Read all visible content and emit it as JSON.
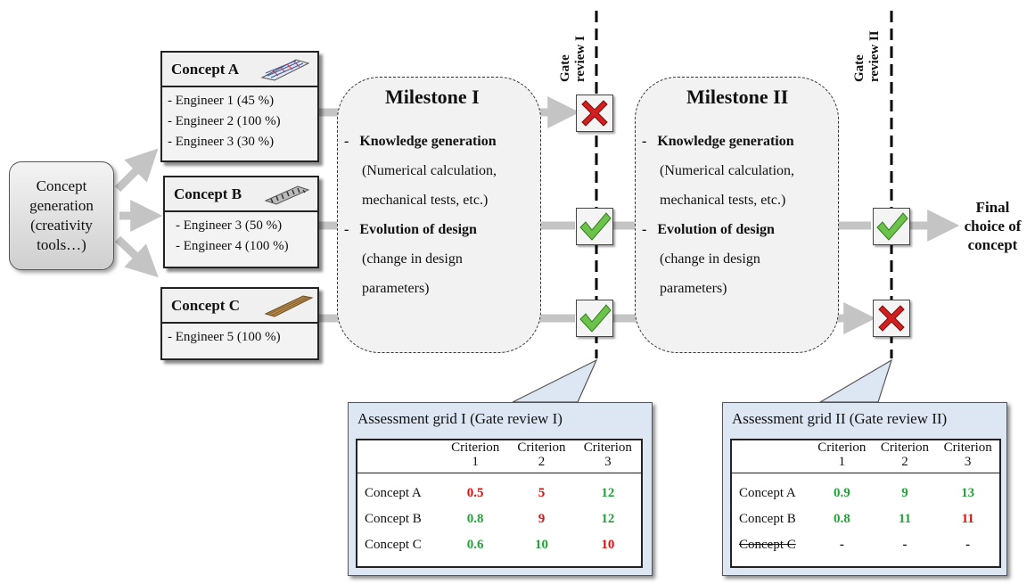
{
  "concept_generation": "Concept\ngeneration\n(creativity\ntools…)",
  "concepts": [
    {
      "name": "Concept A",
      "engineers": [
        "- Engineer 1 (45 %)",
        "- Engineer 2 (100 %)",
        "- Engineer 3 (30 %)"
      ]
    },
    {
      "name": "Concept B",
      "engineers": [
        "- Engineer 3 (50 %)",
        "- Engineer 4 (100 %)"
      ]
    },
    {
      "name": "Concept C",
      "engineers": [
        "- Engineer 5 (100 %)"
      ]
    }
  ],
  "milestones": [
    {
      "title": "Milestone I",
      "item1_dash": "-",
      "item1_title": "Knowledge generation",
      "item1_detail_a": "(Numerical calculation,",
      "item1_detail_b": "mechanical tests, etc.)",
      "item2_dash": "-",
      "item2_title": "Evolution of design",
      "item2_detail_a": "(change in design",
      "item2_detail_b": "parameters)"
    },
    {
      "title": "Milestone II",
      "item1_dash": "-",
      "item1_title": "Knowledge generation",
      "item1_detail_a": "(Numerical calculation,",
      "item1_detail_b": "mechanical tests, etc.)",
      "item2_dash": "-",
      "item2_title": "Evolution of design",
      "item2_detail_a": "(change in design",
      "item2_detail_b": "parameters)"
    }
  ],
  "gates": [
    {
      "label": "Gate\nreview I",
      "marks": [
        "cross-icon",
        "check-icon",
        "check-icon"
      ]
    },
    {
      "label": "Gate\nreview II",
      "marks": [
        "check-icon",
        "cross-icon"
      ]
    }
  ],
  "final_choice": "Final\nchoice of\nconcept",
  "grids": [
    {
      "title": "Assessment grid I (Gate review I)",
      "criteria": [
        {
          "word": "Criterion",
          "num": "1"
        },
        {
          "word": "Criterion",
          "num": "2"
        },
        {
          "word": "Criterion",
          "num": "3"
        }
      ],
      "rows": [
        {
          "label": "Concept A",
          "values": [
            "0.5",
            "5",
            "12"
          ],
          "status": [
            "red",
            "red",
            "green"
          ]
        },
        {
          "label": "Concept B",
          "values": [
            "0.8",
            "9",
            "12"
          ],
          "status": [
            "green",
            "red",
            "green"
          ]
        },
        {
          "label": "Concept C",
          "values": [
            "0.6",
            "10",
            "10"
          ],
          "status": [
            "green",
            "green",
            "red"
          ]
        }
      ]
    },
    {
      "title": "Assessment grid II (Gate review II)",
      "criteria": [
        {
          "word": "Criterion",
          "num": "1"
        },
        {
          "word": "Criterion",
          "num": "2"
        },
        {
          "word": "Criterion",
          "num": "3"
        }
      ],
      "rows": [
        {
          "label": "Concept A",
          "values": [
            "0.9",
            "9",
            "13"
          ],
          "status": [
            "green",
            "green",
            "green"
          ]
        },
        {
          "label": "Concept B",
          "values": [
            "0.8",
            "11",
            "11"
          ],
          "status": [
            "green",
            "green",
            "red"
          ]
        },
        {
          "label": "Concept C",
          "values": [
            "-",
            "-",
            "-"
          ],
          "status": [
            "black",
            "black",
            "black"
          ],
          "struck": true
        }
      ]
    }
  ],
  "colors": {
    "red": "#e01010",
    "green": "#22a43a",
    "black": "#111111",
    "arrow": "#c4c4c4",
    "grid_bg": "#dde7f3"
  }
}
